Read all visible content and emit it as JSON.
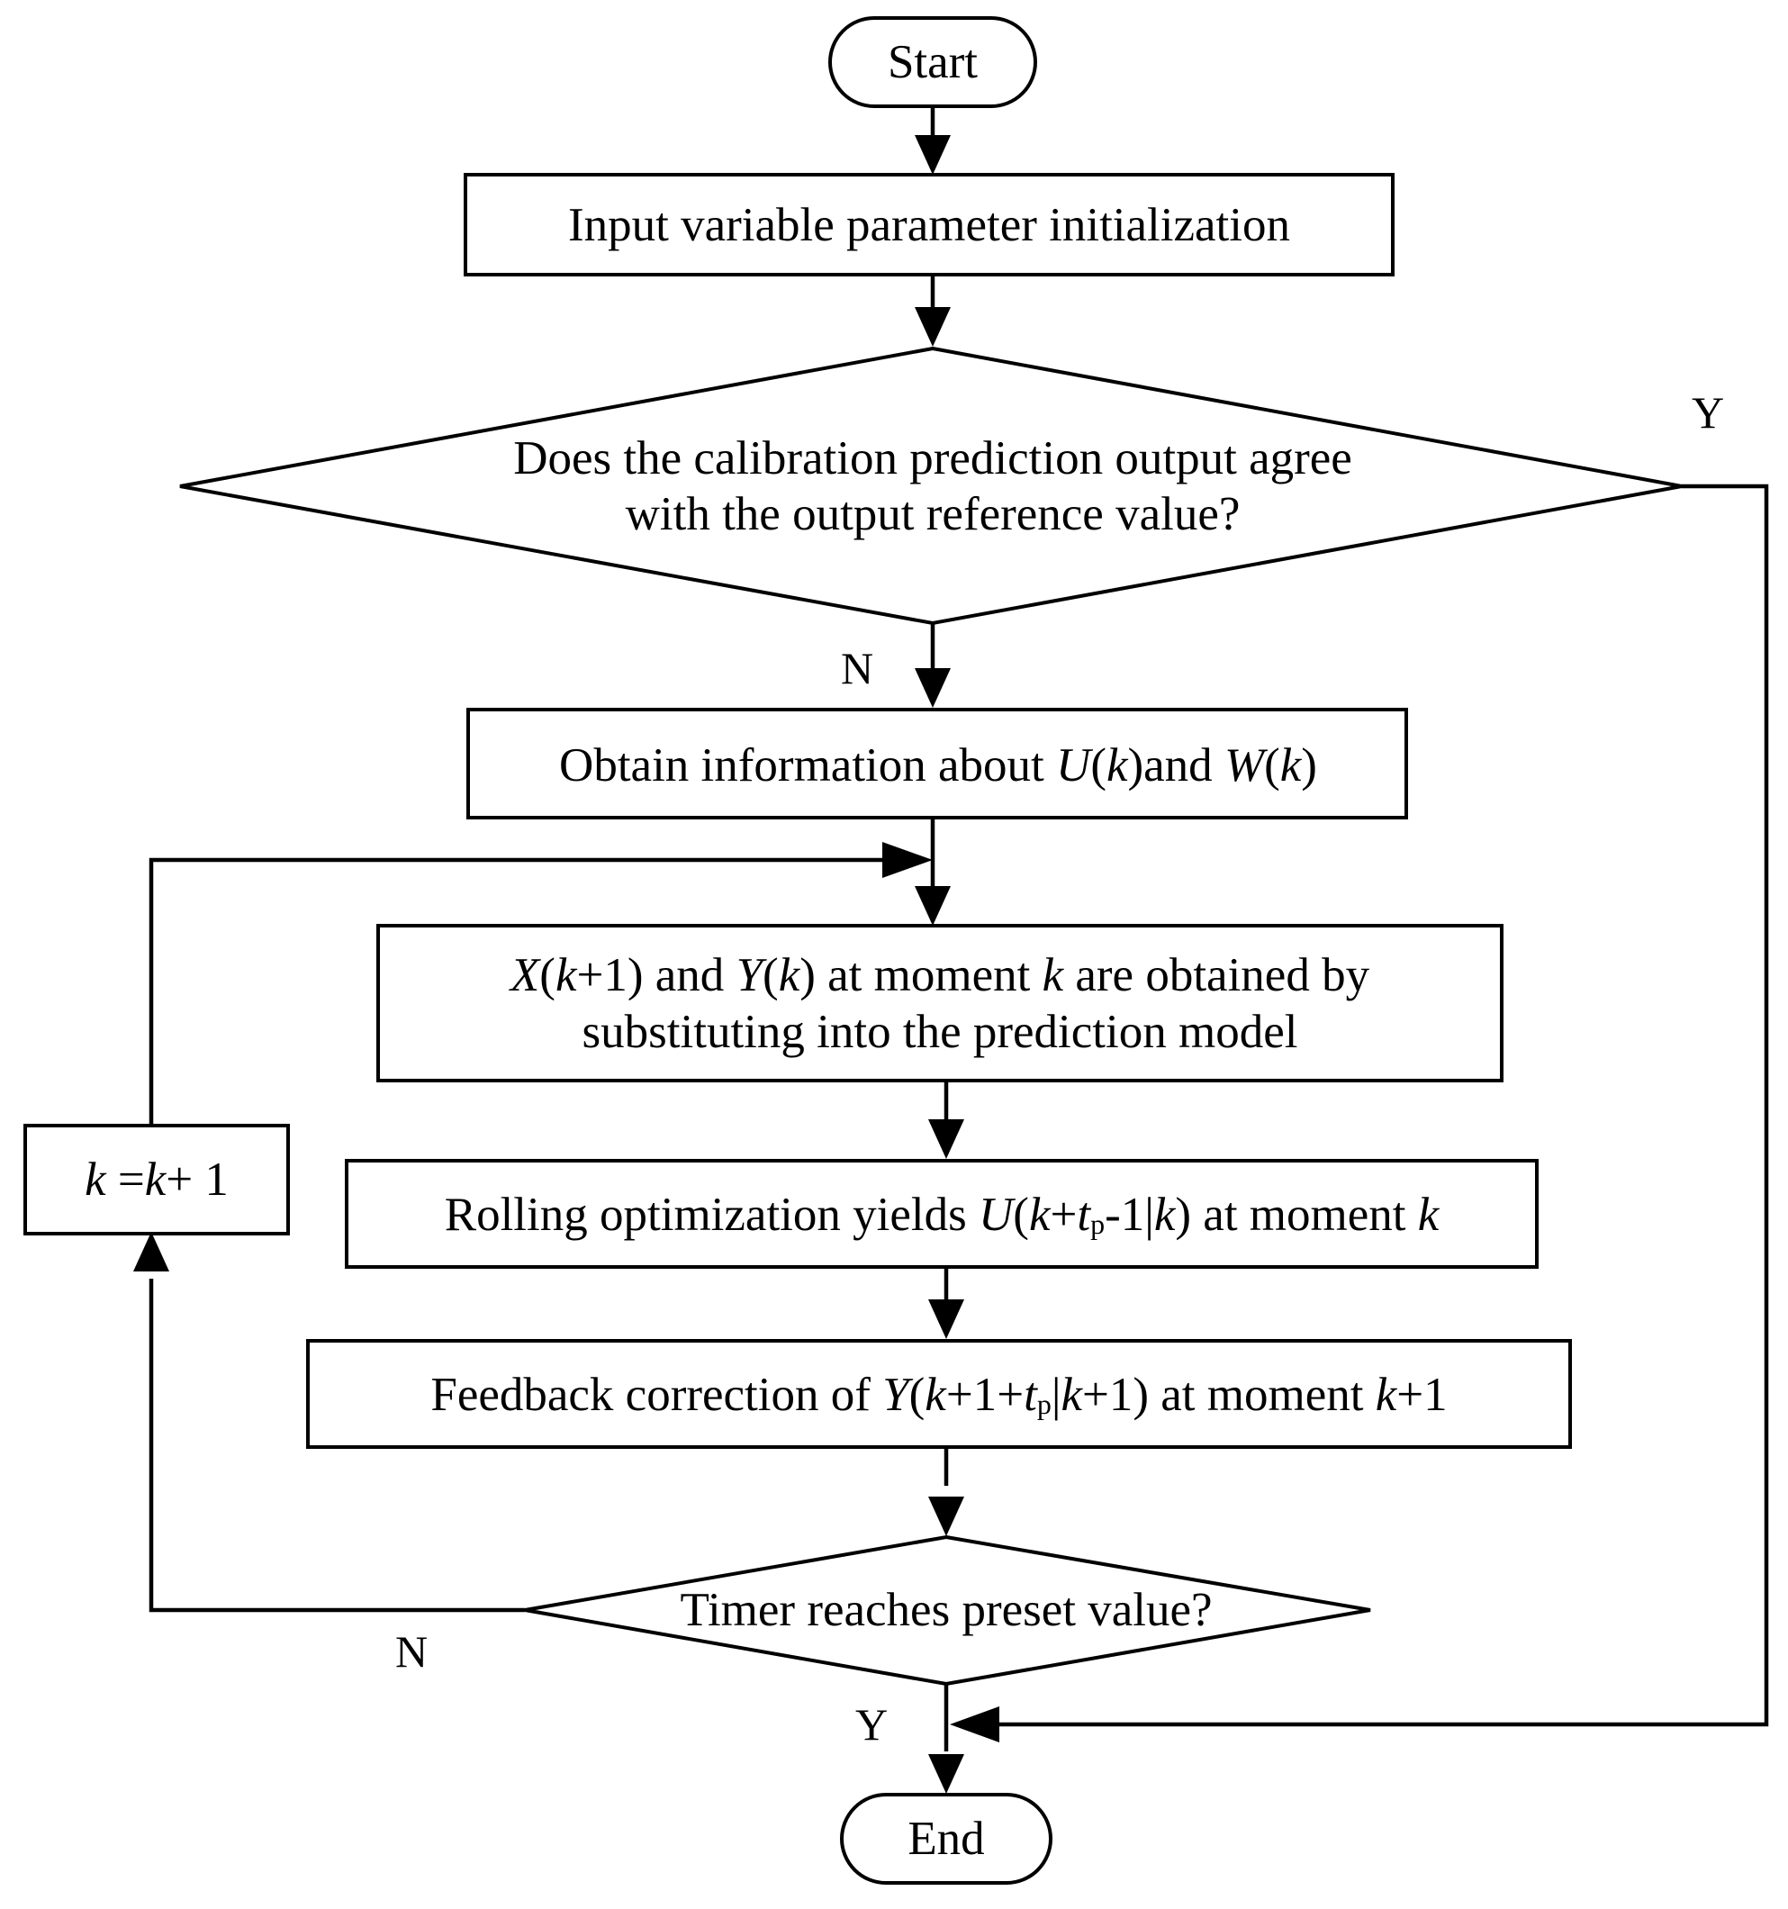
{
  "nodes": {
    "start": {
      "text": "Start"
    },
    "init": {
      "text": "Input variable parameter initialization"
    },
    "decision1": {
      "line1": "Does the calibration prediction output agree",
      "line2": "with the output reference value?"
    },
    "obtain": {
      "pre": "Obtain information about ",
      "u": "U",
      "k1": "k",
      "mid": "and ",
      "w": "W",
      "k2": "k"
    },
    "predict": {
      "x": "X",
      "k1": "k",
      "p1": "+1) and ",
      "y": "Y",
      "k2": "k",
      "p2": ") at moment ",
      "k3": "k",
      "p3": " are obtained by",
      "line2": "substituting into the prediction model"
    },
    "rolling": {
      "pre": "Rolling optimization yields ",
      "u": "U",
      "k1": "k",
      "plus": "+",
      "t": "t",
      "sub": "p",
      "rest": "-1|",
      "k2": "k",
      "close": ") at moment ",
      "k3": "k"
    },
    "feedback": {
      "pre": "Feedback correction of ",
      "y": "Y",
      "k1": "k",
      "p1": "+1+",
      "t": "t",
      "sub": "p",
      "bar": "|",
      "k2": "k",
      "p2": "+1) at moment ",
      "k3": "k",
      "p3": "+1"
    },
    "increment": {
      "k1": "k",
      "eq": " =",
      "k2": "k",
      "p": "+ 1"
    },
    "decision2": {
      "text": "Timer reaches preset value?"
    },
    "end": {
      "text": "End"
    }
  },
  "edge_labels": {
    "d1_yes": "Y",
    "d1_no": "N",
    "d2_no": "N",
    "d2_yes": "Y"
  }
}
